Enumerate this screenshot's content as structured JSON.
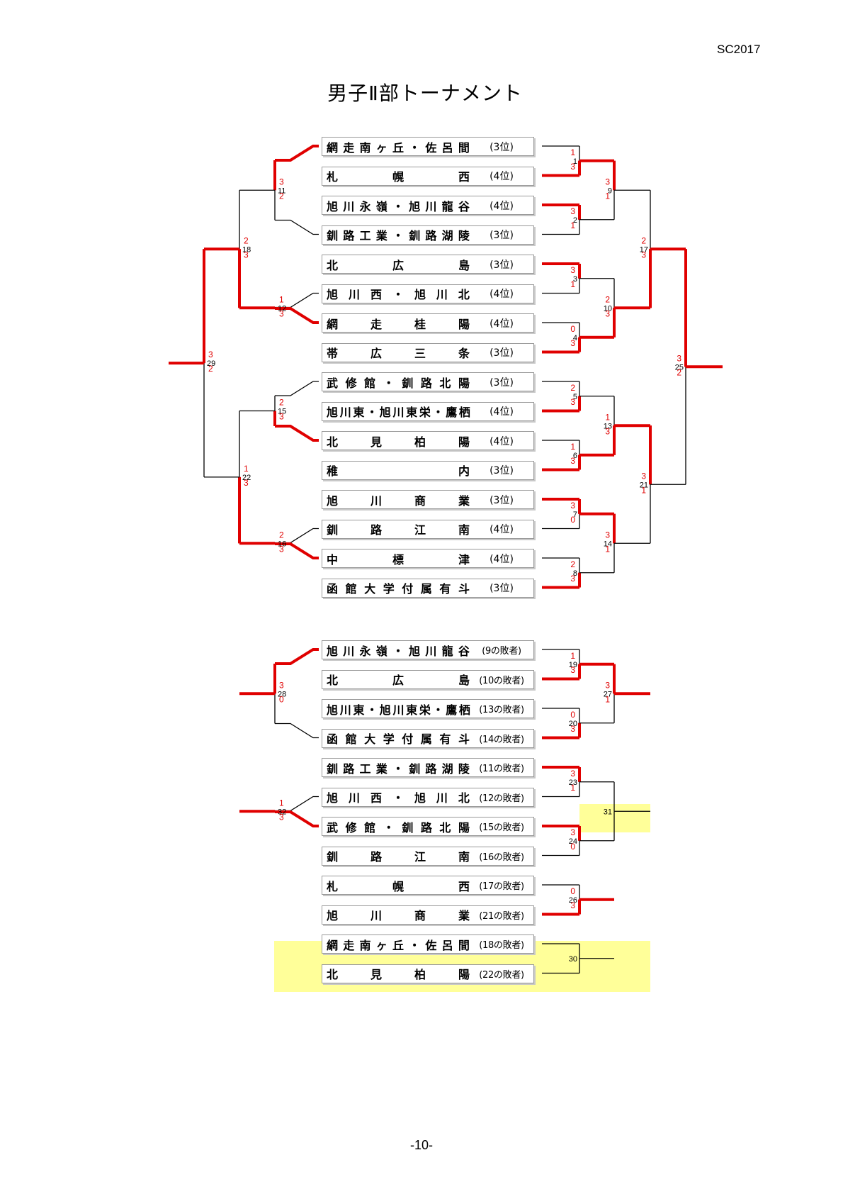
{
  "header": {
    "code": "SC2017",
    "title": "男子Ⅱ部トーナメント"
  },
  "footer": {
    "page": "-10-"
  },
  "main_bracket": [
    {
      "name": "網走南ヶ丘・佐呂間",
      "rank": "(3位)"
    },
    {
      "name": "札幌西",
      "rank": "(4位)"
    },
    {
      "name": "旭川永嶺・旭川龍谷",
      "rank": "(4位)"
    },
    {
      "name": "釧路工業・釧路湖陵",
      "rank": "(3位)"
    },
    {
      "name": "北広島",
      "rank": "(3位)"
    },
    {
      "name": "旭川西・旭川北",
      "rank": "(4位)"
    },
    {
      "name": "網走桂陽",
      "rank": "(4位)"
    },
    {
      "name": "帯広三条",
      "rank": "(3位)"
    },
    {
      "name": "武修館・釧路北陽",
      "rank": "(3位)"
    },
    {
      "name": "旭川東・旭川東栄・鷹栖",
      "rank": "(4位)"
    },
    {
      "name": "北見柏陽",
      "rank": "(4位)"
    },
    {
      "name": "稚内",
      "rank": "(3位)"
    },
    {
      "name": "旭川商業",
      "rank": "(3位)"
    },
    {
      "name": "釧路江南",
      "rank": "(4位)"
    },
    {
      "name": "中標津",
      "rank": "(4位)"
    },
    {
      "name": "函館大学付属有斗",
      "rank": "(3位)"
    }
  ],
  "consolation_bracket": [
    {
      "name": "旭川永嶺・旭川龍谷",
      "rank": "(9の敗者)"
    },
    {
      "name": "北広島",
      "rank": "(10の敗者)"
    },
    {
      "name": "旭川東・旭川東栄・鷹栖",
      "rank": "(13の敗者)"
    },
    {
      "name": "函館大学付属有斗",
      "rank": "(14の敗者)"
    },
    {
      "name": "釧路工業・釧路湖陵",
      "rank": "(11の敗者)"
    },
    {
      "name": "旭川西・旭川北",
      "rank": "(12の敗者)"
    },
    {
      "name": "武修館・釧路北陽",
      "rank": "(15の敗者)"
    },
    {
      "name": "釧路江南",
      "rank": "(16の敗者)"
    },
    {
      "name": "札幌西",
      "rank": "(17の敗者)"
    },
    {
      "name": "旭川商業",
      "rank": "(21の敗者)"
    },
    {
      "name": "網走南ヶ丘・佐呂間",
      "rank": "(18の敗者)"
    },
    {
      "name": "北見柏陽",
      "rank": "(22の敗者)"
    }
  ],
  "matches": [
    {
      "no": "1",
      "scores": [
        "1",
        "3"
      ]
    },
    {
      "no": "2",
      "scores": [
        "3",
        "1"
      ]
    },
    {
      "no": "3",
      "scores": [
        "3",
        "1"
      ]
    },
    {
      "no": "4",
      "scores": [
        "0",
        "3"
      ]
    },
    {
      "no": "5",
      "scores": [
        "2",
        "3"
      ]
    },
    {
      "no": "6",
      "scores": [
        "1",
        "3"
      ]
    },
    {
      "no": "7",
      "scores": [
        "3",
        "0"
      ]
    },
    {
      "no": "8",
      "scores": [
        "2",
        "3"
      ]
    },
    {
      "no": "9",
      "scores": [
        "3",
        "1"
      ]
    },
    {
      "no": "10",
      "scores": [
        "2",
        "3"
      ]
    },
    {
      "no": "11",
      "scores": [
        "3",
        "2"
      ]
    },
    {
      "no": "12",
      "scores": [
        "1",
        "3"
      ]
    },
    {
      "no": "13",
      "scores": [
        "1",
        "3"
      ]
    },
    {
      "no": "14",
      "scores": [
        "3",
        "1"
      ]
    },
    {
      "no": "15",
      "scores": [
        "2",
        "3"
      ]
    },
    {
      "no": "16",
      "scores": [
        "2",
        "3"
      ]
    },
    {
      "no": "17",
      "scores": [
        "2",
        "3"
      ]
    },
    {
      "no": "18",
      "scores": [
        "2",
        "3"
      ]
    },
    {
      "no": "21",
      "scores": [
        "3",
        "1"
      ]
    },
    {
      "no": "22",
      "scores": [
        "1",
        "3"
      ]
    },
    {
      "no": "25",
      "scores": [
        "3",
        "2"
      ]
    },
    {
      "no": "29",
      "scores": [
        "3",
        "2"
      ]
    },
    {
      "no": "19",
      "scores": [
        "1",
        "3"
      ]
    },
    {
      "no": "20",
      "scores": [
        "0",
        "3"
      ]
    },
    {
      "no": "23",
      "scores": [
        "3",
        "1"
      ]
    },
    {
      "no": "24",
      "scores": [
        "3",
        "0"
      ]
    },
    {
      "no": "26",
      "scores": [
        "0",
        "3"
      ]
    },
    {
      "no": "27",
      "scores": [
        "3",
        "1"
      ]
    },
    {
      "no": "28",
      "scores": [
        "3",
        "0"
      ]
    },
    {
      "no": "32",
      "scores": [
        "1",
        "3"
      ]
    },
    {
      "no": "30",
      "scores": []
    },
    {
      "no": "31",
      "scores": []
    }
  ],
  "colors": {
    "winner_line": "#e00000",
    "loser_line": "#000000",
    "highlight": "#ffff99",
    "score_text": "#e00000"
  }
}
